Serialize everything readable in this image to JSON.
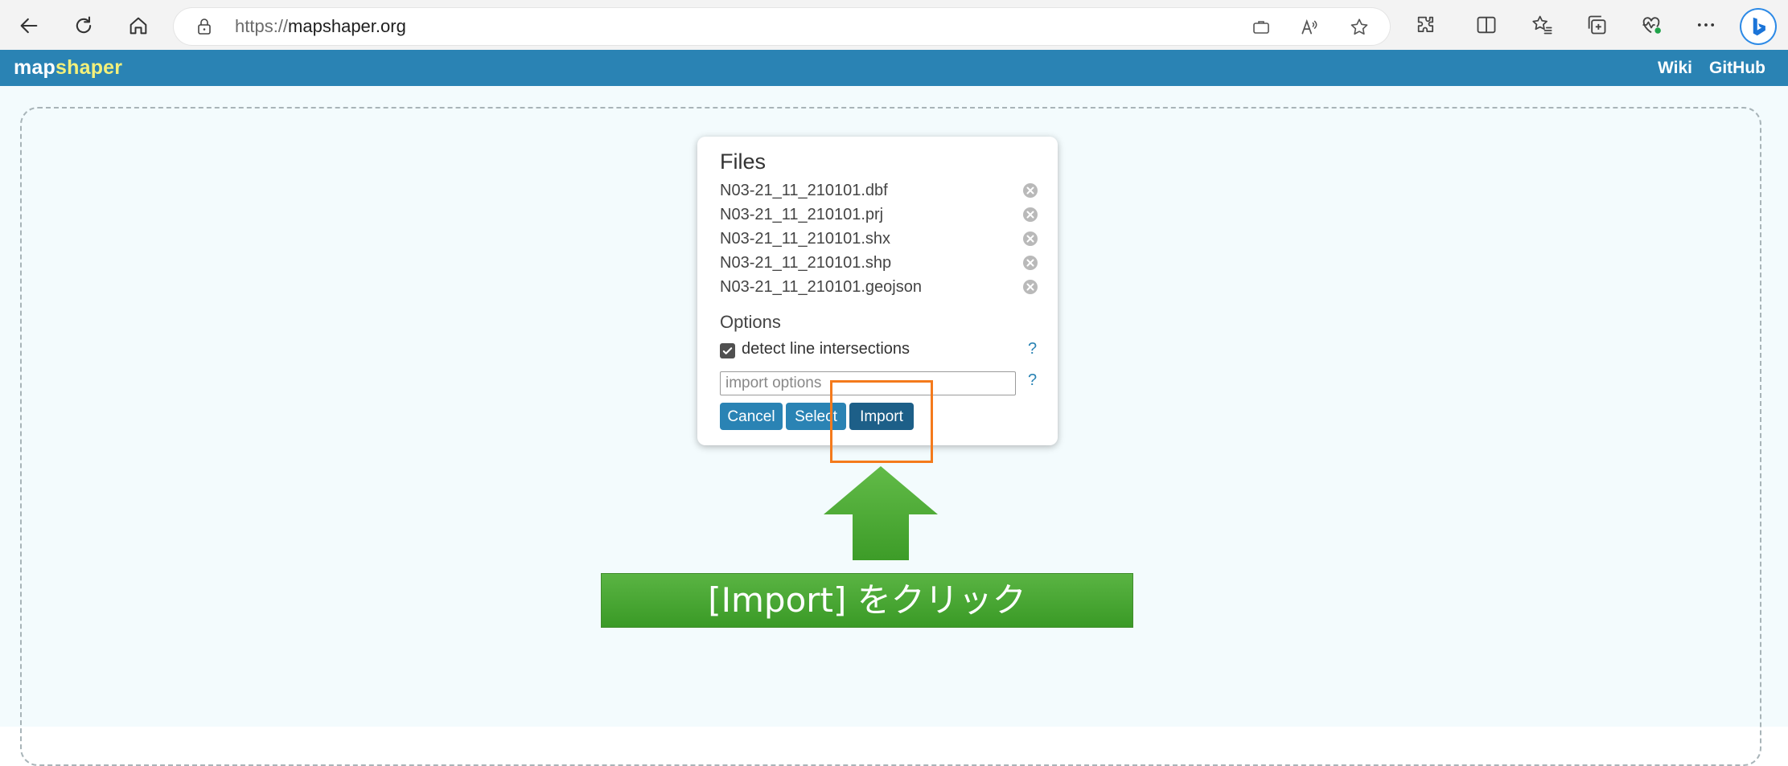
{
  "browser": {
    "url_scheme": "https://",
    "url_host": "mapshaper.org",
    "icons": {
      "back": "arrow-left-icon",
      "refresh": "refresh-icon",
      "home": "home-icon",
      "lock": "lock-icon",
      "apps": "briefcase-icon",
      "read_aloud": "read-aloud-icon",
      "favorite": "star-icon",
      "extensions": "puzzle-icon",
      "split_screen": "split-screen-icon",
      "favorites_list": "favorites-icon",
      "collections": "collections-icon",
      "performance": "heart-pulse-icon",
      "more": "more-icon",
      "copilot": "bing-icon"
    }
  },
  "header": {
    "logo_part1": "map",
    "logo_part2": "shaper",
    "links": [
      "Wiki",
      "GitHub"
    ],
    "colors": {
      "background": "#2a83b4",
      "logo_accent": "#f3f07a"
    }
  },
  "dialog": {
    "files_title": "Files",
    "files": [
      "N03-21_11_210101.dbf",
      "N03-21_11_210101.prj",
      "N03-21_11_210101.shx",
      "N03-21_11_210101.shp",
      "N03-21_11_210101.geojson"
    ],
    "options_title": "Options",
    "checkbox_label": "detect line intersections",
    "checkbox_checked": true,
    "help": "?",
    "input_placeholder": "import options",
    "input_value": "",
    "buttons": {
      "cancel": "Cancel",
      "select": "Select",
      "import": "Import"
    }
  },
  "annotation": {
    "callout_text": "[Import] をクリック",
    "colors": {
      "highlight": "#f47a1c",
      "arrow": "#4aa62e",
      "callout": "#4aa62e"
    }
  }
}
